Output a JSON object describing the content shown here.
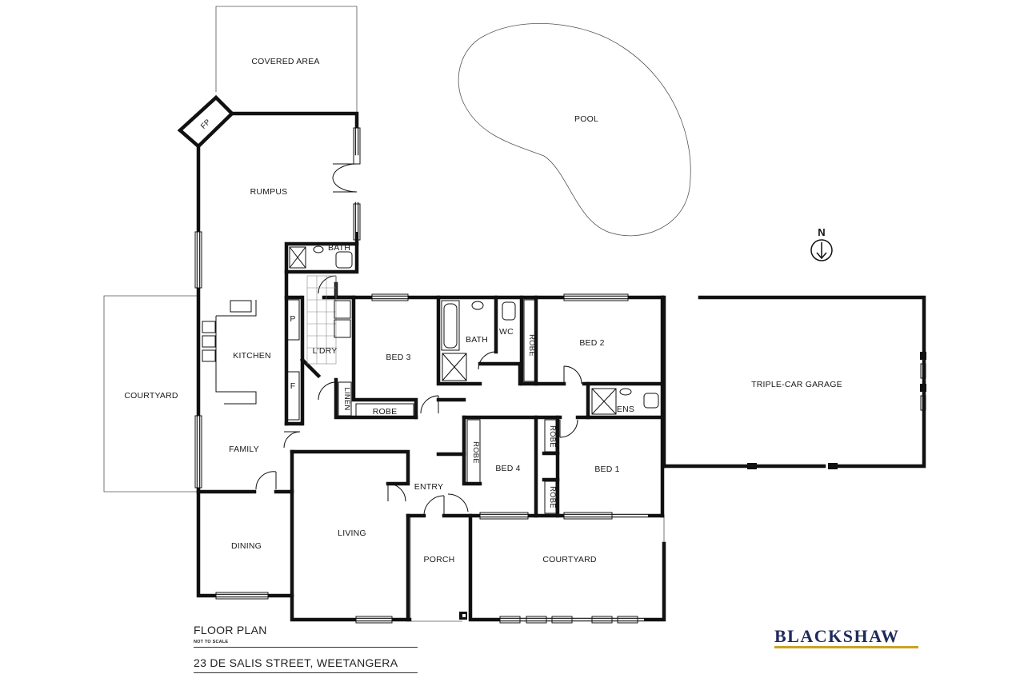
{
  "rooms": {
    "covered_area": "COVERED AREA",
    "pool": "POOL",
    "fp": "FP",
    "rumpus": "RUMPUS",
    "bath_upper": "BATH",
    "kitchen": "KITCHEN",
    "pantry": "P",
    "fridge": "F",
    "laundry": "L'DRY",
    "linen": "LINEN",
    "bed3": "BED 3",
    "robe_bed3": "ROBE",
    "bath_main": "BATH",
    "wc": "WC",
    "robe_bed2": "ROBE",
    "bed2": "BED 2",
    "ens": "ENS",
    "garage": "TRIPLE-CAR GARAGE",
    "courtyard_west": "COURTYARD",
    "family": "FAMILY",
    "entry": "ENTRY",
    "robe_bed4": "ROBE",
    "bed4": "BED 4",
    "robe_bed1_top": "ROBE",
    "robe_bed1_bottom": "ROBE",
    "bed1": "BED 1",
    "dining": "DINING",
    "living": "LIVING",
    "porch": "PORCH",
    "courtyard_south": "COURTYARD"
  },
  "compass": {
    "label": "N"
  },
  "footer": {
    "title": "FLOOR PLAN",
    "scale_note": "NOT TO SCALE",
    "address": "23 DE SALIS STREET, WEETANGERA",
    "brand": "BLACKSHAW"
  },
  "colors": {
    "brand": "#1f2a5c",
    "brand_rule": "#c9a227",
    "walls": "#111111"
  }
}
